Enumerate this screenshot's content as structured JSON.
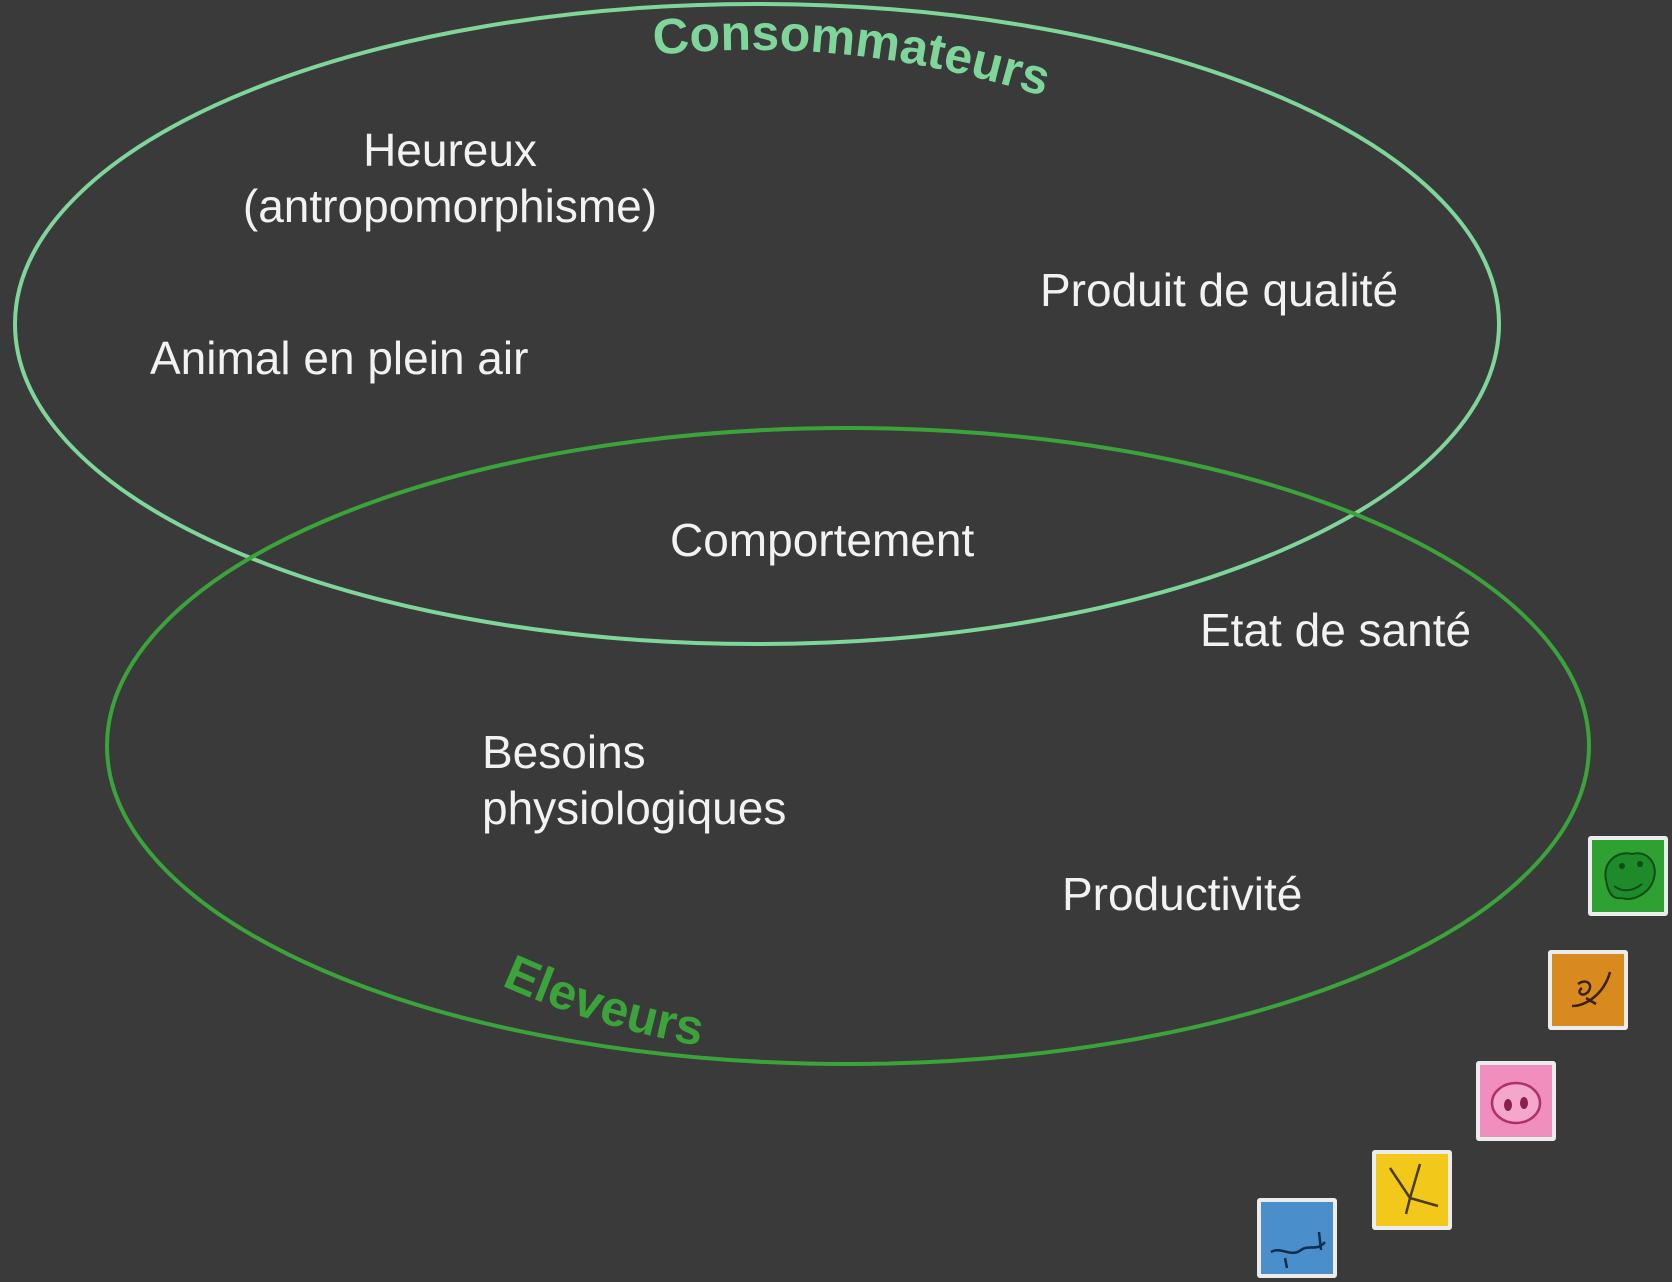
{
  "diagram": {
    "sets": {
      "consumers": {
        "title": "Consommateurs",
        "color": "#7fd69a"
      },
      "farmers": {
        "title": "Eleveurs",
        "color": "#3aa33a"
      }
    },
    "items": {
      "heureux_line1": "Heureux",
      "heureux_line2": "(antropomorphisme)",
      "animal_plein_air": "Animal en plein air",
      "produit_qualite": "Produit de qualité",
      "comportement": "Comportement",
      "etat_sante": "Etat de santé",
      "besoins_line1": "Besoins",
      "besoins_line2": "physiologiques",
      "productivite": "Productivité"
    }
  },
  "tiles": [
    {
      "icon": "frog-icon",
      "color": "#2fa032"
    },
    {
      "icon": "tadpole-icon",
      "color": "#d98a1f"
    },
    {
      "icon": "pig-snout-icon",
      "color": "#f08fbd"
    },
    {
      "icon": "bird-foot-icon",
      "color": "#f2c81a"
    },
    {
      "icon": "cow-muzzle-icon",
      "color": "#4a8fcb"
    }
  ]
}
